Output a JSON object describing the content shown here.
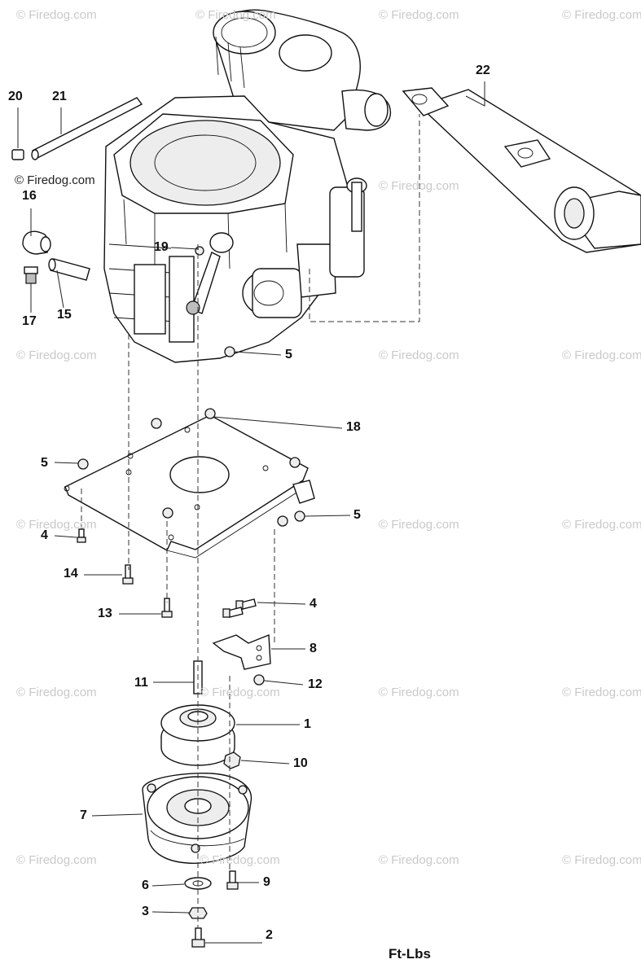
{
  "watermark": {
    "text": "© Firedog.com",
    "header_text": "© Firedog.com"
  },
  "callouts": [
    {
      "id": "c20",
      "label": "20"
    },
    {
      "id": "c21",
      "label": "21"
    },
    {
      "id": "c22",
      "label": "22"
    },
    {
      "id": "c16",
      "label": "16"
    },
    {
      "id": "c19",
      "label": "19"
    },
    {
      "id": "c15",
      "label": "15"
    },
    {
      "id": "c17",
      "label": "17"
    },
    {
      "id": "c5a",
      "label": "5"
    },
    {
      "id": "c18",
      "label": "18"
    },
    {
      "id": "c5b",
      "label": "5"
    },
    {
      "id": "c5c",
      "label": "5"
    },
    {
      "id": "c4a",
      "label": "4"
    },
    {
      "id": "c14",
      "label": "14"
    },
    {
      "id": "c13",
      "label": "13"
    },
    {
      "id": "c4b",
      "label": "4"
    },
    {
      "id": "c8",
      "label": "8"
    },
    {
      "id": "c11",
      "label": "11"
    },
    {
      "id": "c12",
      "label": "12"
    },
    {
      "id": "c1",
      "label": "1"
    },
    {
      "id": "c10",
      "label": "10"
    },
    {
      "id": "c7",
      "label": "7"
    },
    {
      "id": "c6",
      "label": "6"
    },
    {
      "id": "c9",
      "label": "9"
    },
    {
      "id": "c3",
      "label": "3"
    },
    {
      "id": "c2",
      "label": "2"
    }
  ],
  "torque_note": {
    "unit": "Ft-Lbs"
  }
}
